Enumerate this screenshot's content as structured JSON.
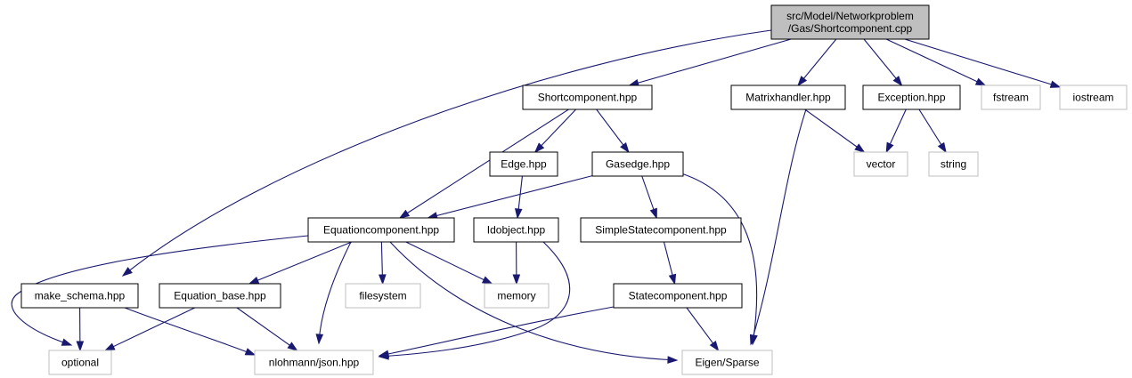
{
  "colors": {
    "edge": "#191970",
    "root_fill": "#bfbfbf",
    "local_border": "#000000",
    "system_border": "#bfbfbf",
    "text": "#000000"
  },
  "nodes": {
    "root": {
      "lines": [
        "src/Model/Networkproblem",
        "/Gas/Shortcomponent.cpp"
      ],
      "kind": "root"
    },
    "shortcomponent_hpp": {
      "lines": [
        "Shortcomponent.hpp"
      ],
      "kind": "local"
    },
    "matrixhandler_hpp": {
      "lines": [
        "Matrixhandler.hpp"
      ],
      "kind": "local"
    },
    "exception_hpp": {
      "lines": [
        "Exception.hpp"
      ],
      "kind": "local"
    },
    "fstream": {
      "lines": [
        "fstream"
      ],
      "kind": "system"
    },
    "iostream": {
      "lines": [
        "iostream"
      ],
      "kind": "system"
    },
    "edge_hpp": {
      "lines": [
        "Edge.hpp"
      ],
      "kind": "local"
    },
    "gasedge_hpp": {
      "lines": [
        "Gasedge.hpp"
      ],
      "kind": "local"
    },
    "vector": {
      "lines": [
        "vector"
      ],
      "kind": "system"
    },
    "string": {
      "lines": [
        "string"
      ],
      "kind": "system"
    },
    "equationcomponent_hpp": {
      "lines": [
        "Equationcomponent.hpp"
      ],
      "kind": "local"
    },
    "idobject_hpp": {
      "lines": [
        "Idobject.hpp"
      ],
      "kind": "local"
    },
    "simplestatecomponent_hpp": {
      "lines": [
        "SimpleStatecomponent.hpp"
      ],
      "kind": "local"
    },
    "make_schema_hpp": {
      "lines": [
        "make_schema.hpp"
      ],
      "kind": "local"
    },
    "equation_base_hpp": {
      "lines": [
        "Equation_base.hpp"
      ],
      "kind": "local"
    },
    "filesystem": {
      "lines": [
        "filesystem"
      ],
      "kind": "system"
    },
    "memory": {
      "lines": [
        "memory"
      ],
      "kind": "system"
    },
    "statecomponent_hpp": {
      "lines": [
        "Statecomponent.hpp"
      ],
      "kind": "local"
    },
    "optional": {
      "lines": [
        "optional"
      ],
      "kind": "system"
    },
    "nlohmann_json_hpp": {
      "lines": [
        "nlohmann/json.hpp"
      ],
      "kind": "system"
    },
    "eigen_sparse": {
      "lines": [
        "Eigen/Sparse"
      ],
      "kind": "system"
    }
  },
  "edges": [
    [
      "root",
      "shortcomponent_hpp"
    ],
    [
      "root",
      "matrixhandler_hpp"
    ],
    [
      "root",
      "exception_hpp"
    ],
    [
      "root",
      "fstream"
    ],
    [
      "root",
      "iostream"
    ],
    [
      "root",
      "make_schema_hpp"
    ],
    [
      "shortcomponent_hpp",
      "edge_hpp"
    ],
    [
      "shortcomponent_hpp",
      "gasedge_hpp"
    ],
    [
      "shortcomponent_hpp",
      "equationcomponent_hpp"
    ],
    [
      "matrixhandler_hpp",
      "vector"
    ],
    [
      "matrixhandler_hpp",
      "eigen_sparse"
    ],
    [
      "exception_hpp",
      "vector"
    ],
    [
      "exception_hpp",
      "string"
    ],
    [
      "edge_hpp",
      "idobject_hpp"
    ],
    [
      "gasedge_hpp",
      "equationcomponent_hpp"
    ],
    [
      "gasedge_hpp",
      "simplestatecomponent_hpp"
    ],
    [
      "gasedge_hpp",
      "eigen_sparse"
    ],
    [
      "equationcomponent_hpp",
      "optional"
    ],
    [
      "equationcomponent_hpp",
      "equation_base_hpp"
    ],
    [
      "equationcomponent_hpp",
      "nlohmann_json_hpp"
    ],
    [
      "equationcomponent_hpp",
      "filesystem"
    ],
    [
      "equationcomponent_hpp",
      "memory"
    ],
    [
      "equationcomponent_hpp",
      "eigen_sparse"
    ],
    [
      "idobject_hpp",
      "memory"
    ],
    [
      "idobject_hpp",
      "nlohmann_json_hpp"
    ],
    [
      "simplestatecomponent_hpp",
      "statecomponent_hpp"
    ],
    [
      "make_schema_hpp",
      "optional"
    ],
    [
      "make_schema_hpp",
      "nlohmann_json_hpp"
    ],
    [
      "equation_base_hpp",
      "optional"
    ],
    [
      "equation_base_hpp",
      "nlohmann_json_hpp"
    ],
    [
      "statecomponent_hpp",
      "nlohmann_json_hpp"
    ],
    [
      "statecomponent_hpp",
      "eigen_sparse"
    ]
  ]
}
